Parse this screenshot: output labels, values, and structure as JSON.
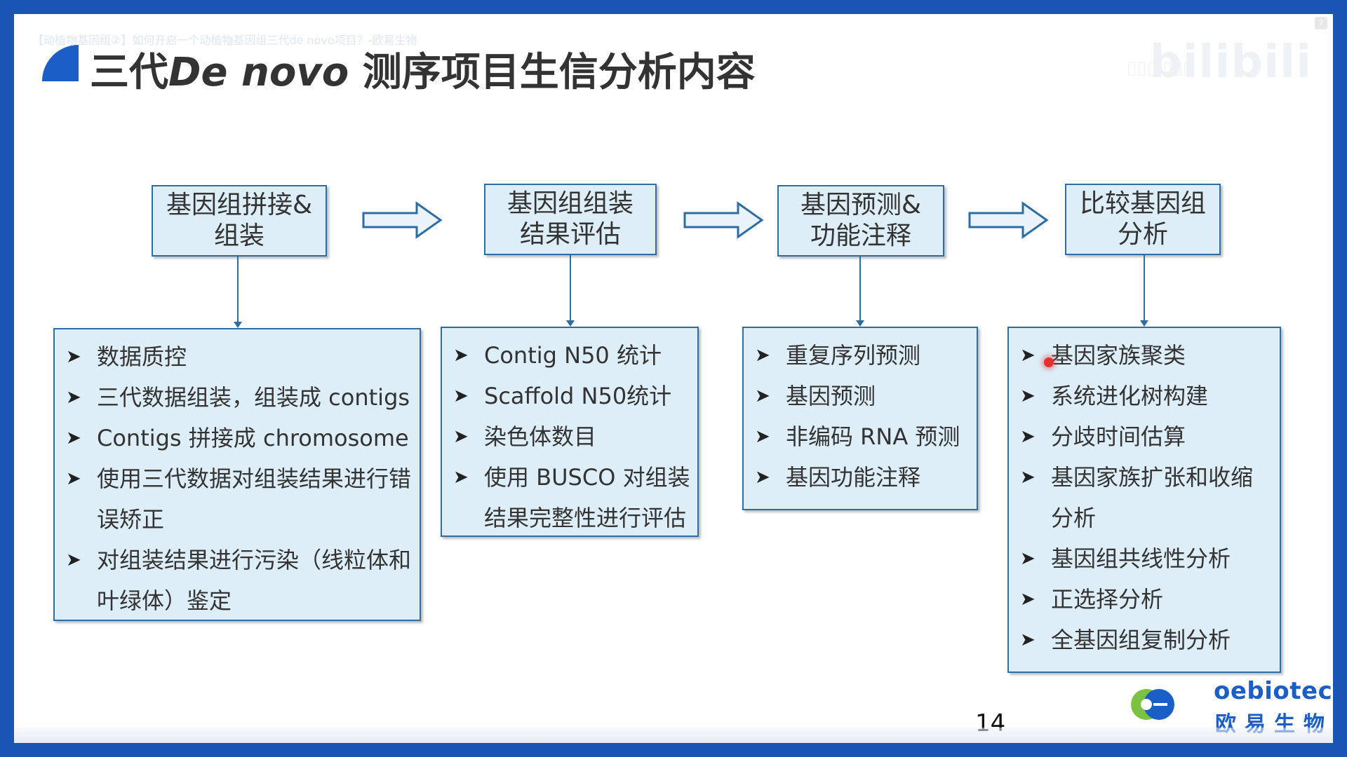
{
  "video_title": "【动植物基因组②】如何开启一个动植物基因组三代de novo项目？-欧易生物",
  "watermark": "bilibili",
  "title": {
    "prefix": "三代",
    "italic": "De novo",
    "suffix": " 测序项目生信分析内容"
  },
  "stages": [
    {
      "header": [
        "基因组拼接&",
        "组装"
      ],
      "items": [
        "数据质控",
        "三代数据组装，组装成 contigs",
        "Contigs 拼接成 chromosome",
        "使用三代数据对组装结果进行错误矫正",
        "对组装结果进行污染（线粒体和叶绿体）鉴定"
      ]
    },
    {
      "header": [
        "基因组组装",
        "结果评估"
      ],
      "items": [
        "Contig N50 统计",
        "Scaffold N50统计",
        "染色体数目",
        "使用 BUSCO 对组装结果完整性进行评估"
      ]
    },
    {
      "header": [
        "基因预测&",
        "功能注释"
      ],
      "items": [
        "重复序列预测",
        "基因预测",
        "非编码 RNA 预测",
        "基因功能注释"
      ]
    },
    {
      "header": [
        "比较基因组",
        "分析"
      ],
      "items": [
        "基因家族聚类",
        "系统进化树构建",
        "分歧时间估算",
        "基因家族扩张和收缩分析",
        "基因组共线性分析",
        "正选择分析",
        "全基因组复制分析"
      ]
    }
  ],
  "page_number": "14",
  "logo": {
    "en": "oebiotech",
    "cn": "欧易生物"
  },
  "colors": {
    "accent": "#1b5ec7",
    "box_fill": "#ddeef8",
    "box_border": "#2e6da4",
    "frame": "#1a55b5"
  },
  "icons": {
    "bullet": "arrowhead-bullet-icon",
    "flow": "hollow-right-arrow-icon"
  }
}
